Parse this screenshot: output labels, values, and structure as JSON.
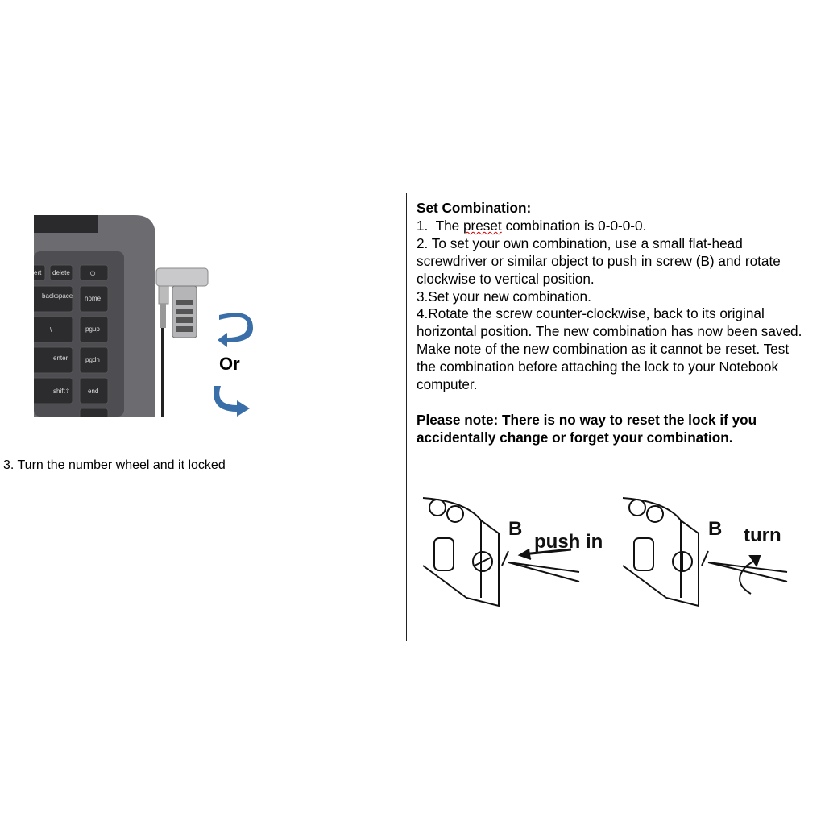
{
  "photo": {
    "keys": [
      "ert",
      "delete",
      "backspace",
      "home",
      "\\",
      "pgup",
      "enter",
      "pgdn",
      "shift⇧",
      "end"
    ],
    "or_label": "Or",
    "arrow_color": "#3a6ea8"
  },
  "caption": "3. Turn the number wheel and it locked",
  "instructions": {
    "title": "Set Combination:",
    "step1_prefix": "1.  The ",
    "step1_misspelled": "preset",
    "step1_suffix": " combination is 0-0-0-0.",
    "step2": "2.  To set your own combination, use a small flat-head screwdriver or similar object to push in screw (B) and rotate clockwise to vertical position.",
    "step3": "3.Set your new combination.",
    "step4": "4.Rotate the screw counter-clockwise, back to its original horizontal position. The new combination has now been saved.",
    "note1": "Make note of the new combination as it cannot be reset. Test the combination before attaching the lock to your Notebook computer.",
    "warning": "Please note: There is no way to reset the lock if you accidentally change or forget your combination."
  },
  "diagram": {
    "left_label_b": "B",
    "left_action": "push in",
    "right_label_b": "B",
    "right_action": "turn"
  }
}
